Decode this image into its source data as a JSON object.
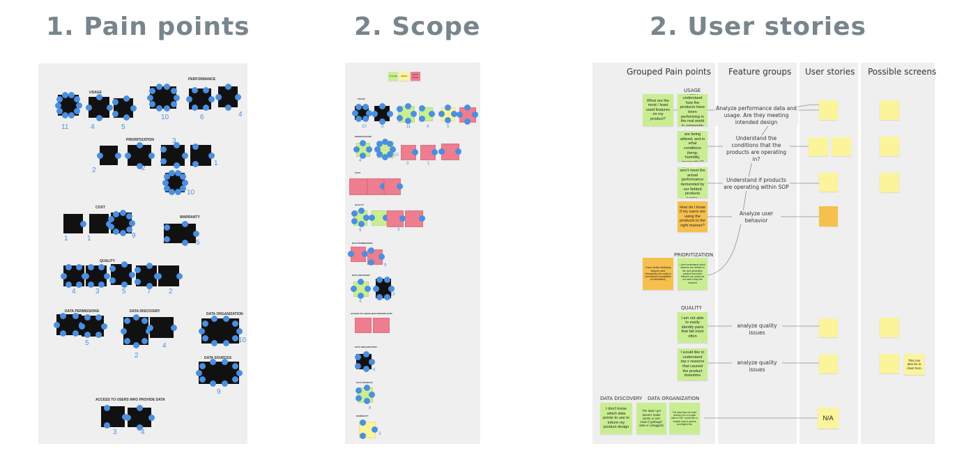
{
  "headings": {
    "pain_points": "1. Pain points",
    "scope": "2. Scope",
    "user_stories": "2. User stories"
  },
  "board1": {
    "sections": [
      "USAGE",
      "PERFORMANCE",
      "PRIORITIZATION",
      "COST",
      "WARRANTY",
      "QUALITY",
      "DATA PERMISSIONS",
      "DATA DISCOVERY",
      "DATA ORGANIZATION",
      "DATA SOURCES",
      "ACCESS TO USERS WHO PROVIDE DATA"
    ],
    "vote_counts": [
      "11",
      "4",
      "5",
      "10",
      "6",
      "4",
      "2",
      "2",
      "3",
      "1",
      "10",
      "1",
      "1",
      "9",
      "5",
      "4",
      "3",
      "5",
      "7",
      "2",
      "5",
      "2",
      "4",
      "10",
      "9",
      "3",
      "4"
    ]
  },
  "board2": {
    "legend": [
      "In Scope",
      "Maybe",
      "Out of Scope"
    ],
    "sections": [
      "USAGE",
      "PRIORITIZATION",
      "COST",
      "QUALITY",
      "DATA PERMISSIONS",
      "DATA DISCOVERY",
      "ACCESS TO USERS WHO PROVIDE DATA",
      "DATA ORGANIZATION",
      "DATA SOURCES",
      "WARRANTY"
    ],
    "vote_counts": [
      "10",
      "5",
      "11",
      "4",
      "5",
      "4",
      "10",
      "3",
      "1",
      "1",
      "9",
      "3",
      "9",
      "4",
      "10",
      "6",
      "8",
      "3"
    ]
  },
  "board3": {
    "columns": [
      "Grouped Pain points",
      "Feature groups",
      "User stories",
      "Possible screens"
    ],
    "groups": {
      "usage": "USAGE",
      "prioritization": "PRIORITIZATION",
      "quality": "QUALITY",
      "data_discovery": "DATA DISCOVERY",
      "data_organization": "DATA ORGANIZATION"
    },
    "pain_points": {
      "usage_main": "What are the most / least used features on my product?",
      "usage_1": "I don't understand how the products have been performing in the real world in aggregate",
      "usage_2": "What features are being utilized, and in what conditions (temp, humidity, geography)?",
      "usage_3": "What specifications won't meet the actual performance demanded by our fielded products (under-engineering)",
      "usage_4": "How do I know if my users are using the products in the right manner?",
      "prio_main": "I have trouble identifying features used infrequently, but costly to manufacture (candidates for elimination)",
      "prio_1": "I don't understand which features are needed in the next generation product and which features are costly but not used if they are included",
      "quality_1": "I am not able to easily identify parts that fail most often",
      "quality_2": "I would like to understand top x reasons that caused the product downtime",
      "discovery_1": "I don't know which data points to use to inform my product design",
      "organization_1": "The data I get doesn't make sense or isn't clean (\"garbage\" data or untagged)",
      "organization_2": "The data that I do have access to is in a data lake or DB, I would like a simpler way to access and digest this"
    },
    "features": {
      "f1": "Analyze performance data and usage. Are they meeting intended design",
      "f2": "Understand the conditions that the products are operating in?",
      "f3": "Understand if products are operating within SOP",
      "f4": "Analyze user behavior",
      "f5": "analyze quality issues",
      "f6": "analyze quality issues"
    },
    "na_label": "N/A",
    "screen_note": "This can also be in chart form"
  }
}
